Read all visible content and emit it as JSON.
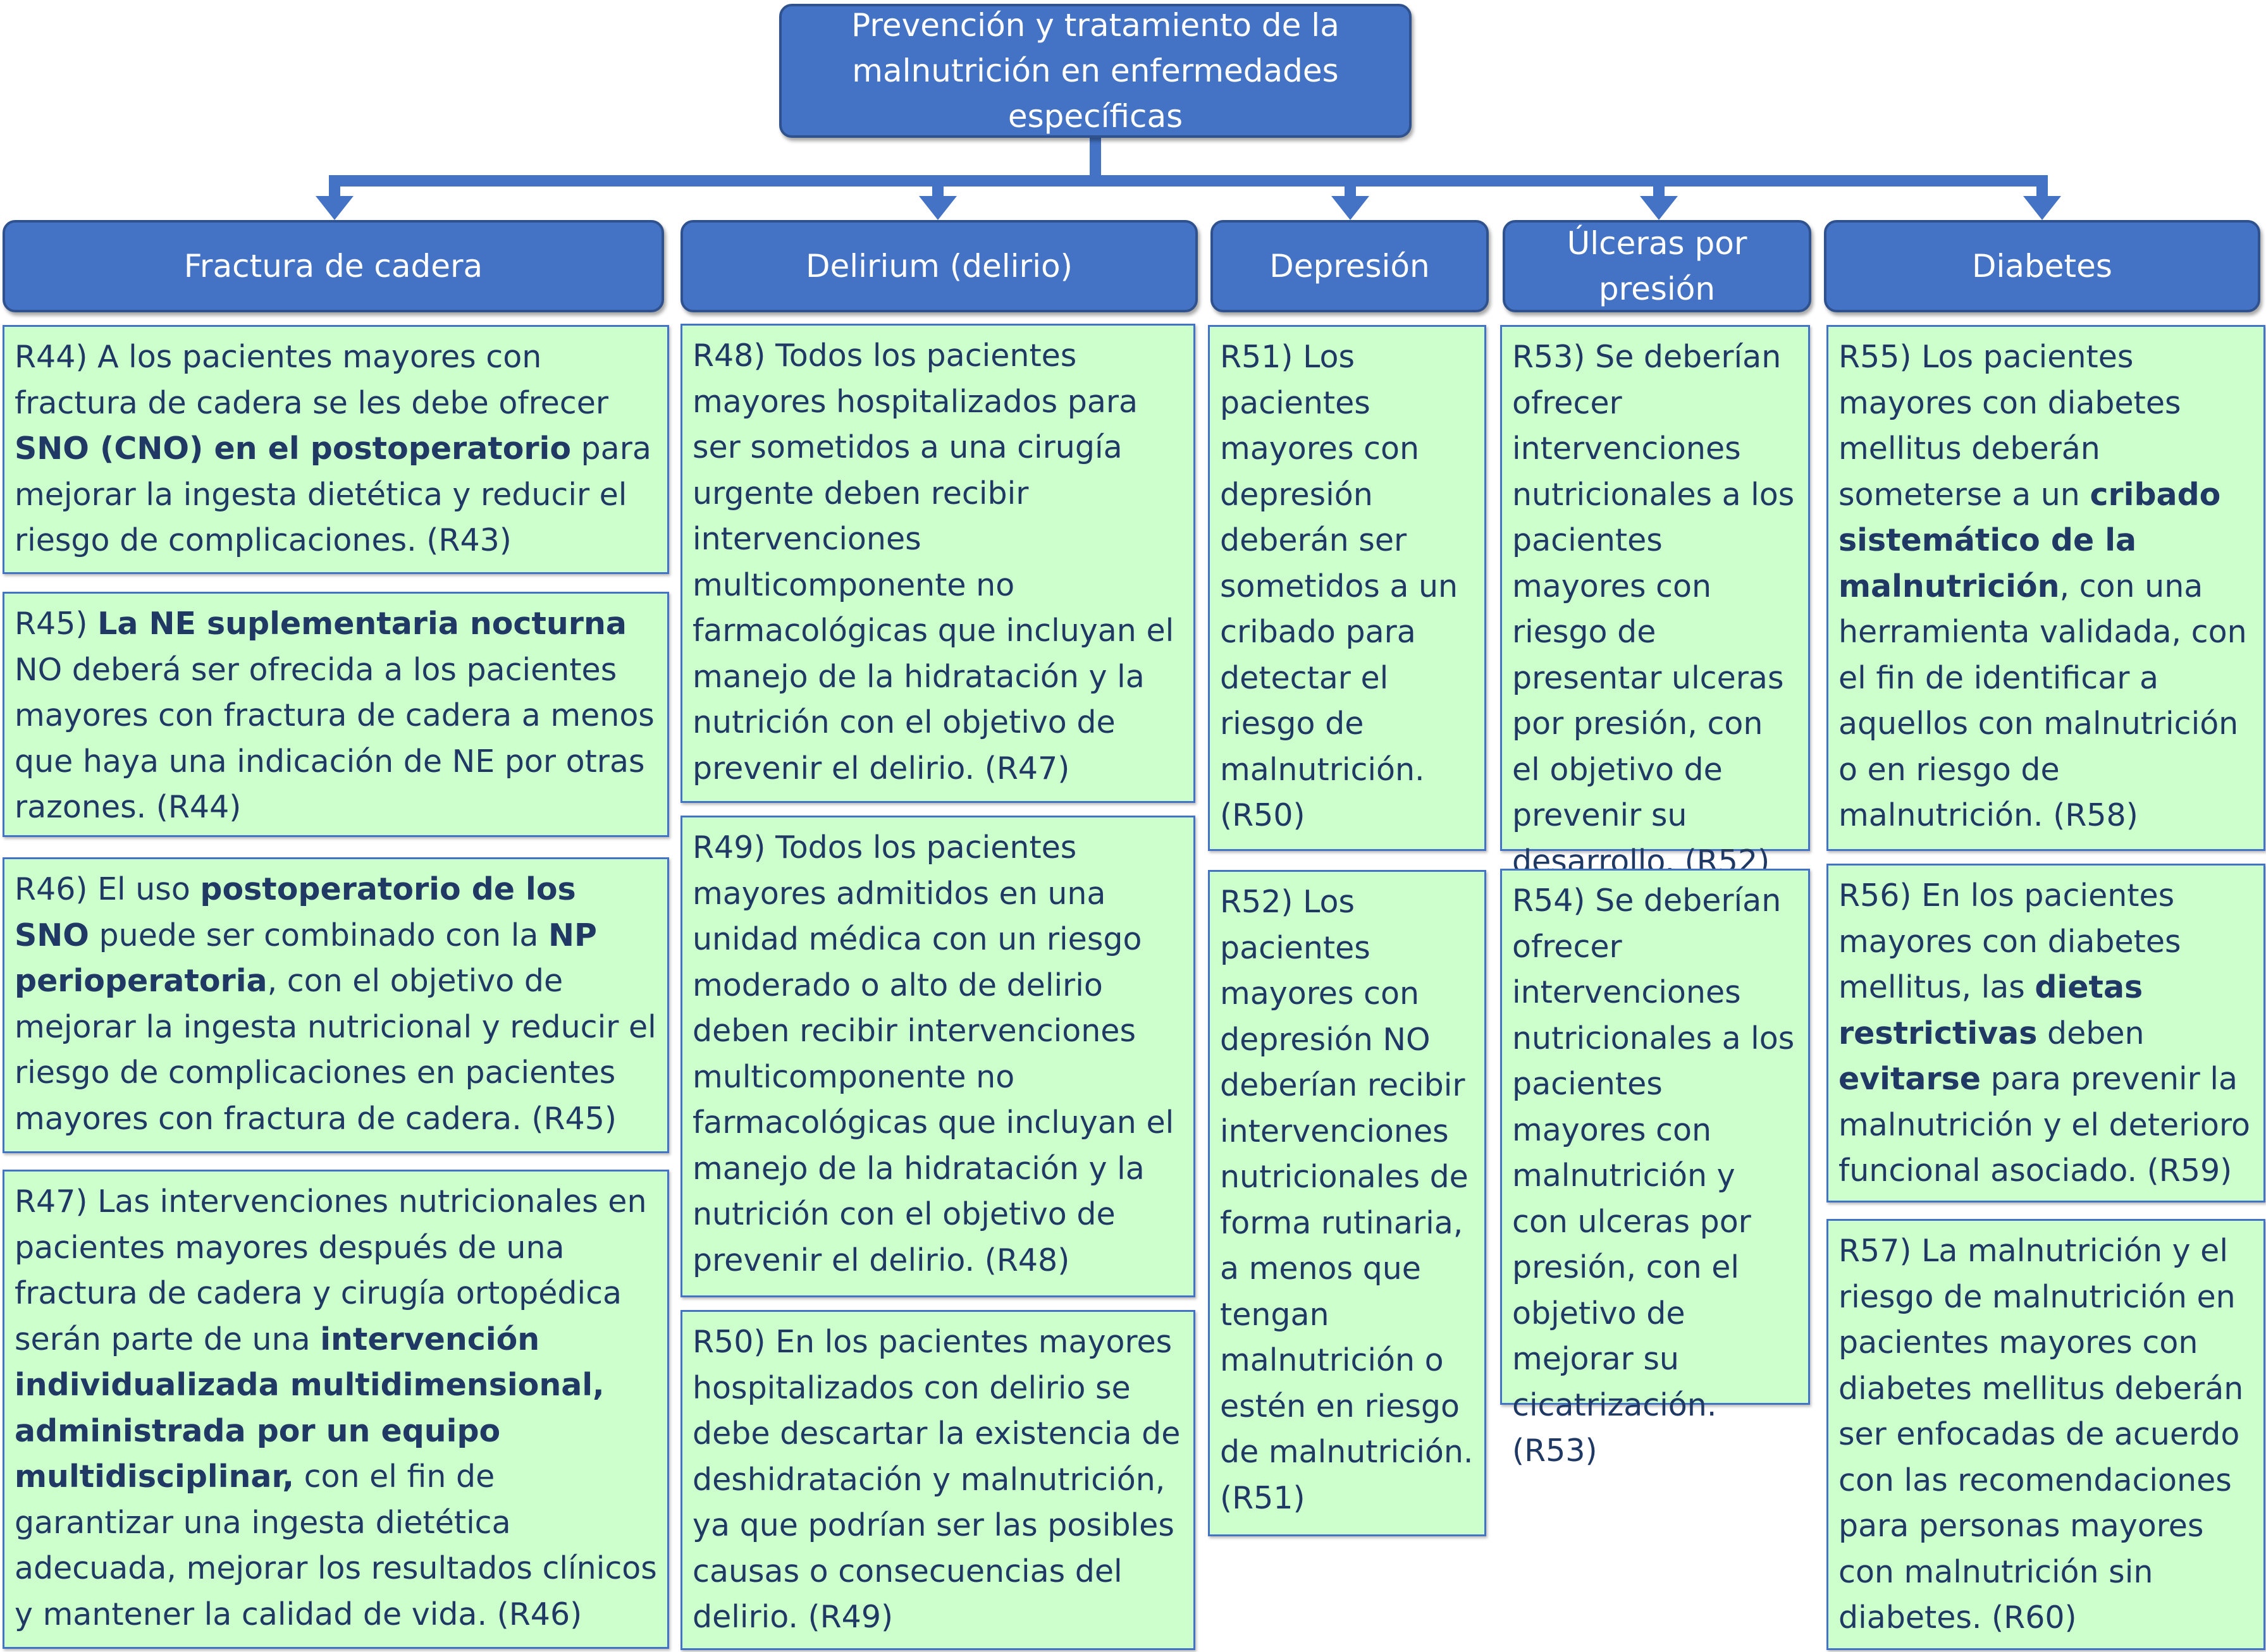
{
  "title": "Prevención y tratamiento de la malnutrición en enfermedades específicas",
  "colors": {
    "header_fill": "#4472c4",
    "header_border": "#2f528f",
    "card_fill": "#ccffcc",
    "card_text": "#1f3864",
    "connector": "#4472c4"
  },
  "columns": [
    {
      "id": "hip",
      "header": "Fractura de cadera",
      "cards": [
        {
          "id": "R44",
          "parts": [
            [
              "R44) A los pacientes mayores con fractura de cadera se les debe ofrecer ",
              false
            ],
            [
              "SNO (CNO) en el postoperatorio",
              true
            ],
            [
              " para mejorar la ingesta dietética y reducir el riesgo de complicaciones. (R43)",
              false
            ]
          ]
        },
        {
          "id": "R45",
          "parts": [
            [
              "R45) ",
              false
            ],
            [
              "La NE suplementaria nocturna",
              true
            ],
            [
              " NO deberá ser ofrecida a los pacientes mayores con fractura de cadera a menos que haya una indicación de NE por otras razones. (R44)",
              false
            ]
          ]
        },
        {
          "id": "R46",
          "parts": [
            [
              "R46) El uso ",
              false
            ],
            [
              "postoperatorio de los SNO",
              true
            ],
            [
              " puede ser combinado con la ",
              false
            ],
            [
              "NP perioperatoria",
              true
            ],
            [
              ", con el objetivo de mejorar la ingesta nutricional y reducir el riesgo de complicaciones en pacientes mayores con fractura de cadera. (R45)",
              false
            ]
          ]
        },
        {
          "id": "R47",
          "parts": [
            [
              "R47) Las intervenciones nutricionales en pacientes mayores después de una fractura de cadera y cirugía ortopédica serán parte de una ",
              false
            ],
            [
              "intervención individualizada multidimensional, administrada por un equipo multidisciplinar,",
              true
            ],
            [
              " con el fin de garantizar una ingesta dietética adecuada, mejorar los resultados clínicos y mantener la calidad de vida. (R46)",
              false
            ]
          ]
        }
      ]
    },
    {
      "id": "delirium",
      "header": "Delirium (delirio)",
      "cards": [
        {
          "id": "R48",
          "parts": [
            [
              "R48) Todos los pacientes mayores hospitalizados para ser sometidos a una cirugía urgente deben recibir intervenciones multicomponente no farmacológicas que incluyan el manejo de la hidratación y la nutrición con el objetivo de prevenir el delirio. (R47)",
              false
            ]
          ]
        },
        {
          "id": "R49",
          "parts": [
            [
              "R49) Todos los pacientes mayores admitidos en una unidad médica con un riesgo moderado o alto de delirio deben recibir intervenciones multicomponente no farmacológicas que incluyan el manejo de la hidratación y la nutrición con el objetivo de prevenir el delirio. (R48)",
              false
            ]
          ]
        },
        {
          "id": "R50",
          "parts": [
            [
              "R50) En los pacientes mayores hospitalizados con delirio se debe descartar la existencia de deshidratación y malnutrición, ya que podrían ser las posibles causas o consecuencias del delirio. (R49)",
              false
            ]
          ]
        }
      ]
    },
    {
      "id": "depression",
      "header": "Depresión",
      "cards": [
        {
          "id": "R51",
          "parts": [
            [
              "R51) Los pacientes mayores con depresión deberán ser sometidos a un cribado para detectar el riesgo de malnutrición. (R50)",
              false
            ]
          ]
        },
        {
          "id": "R52",
          "parts": [
            [
              "R52) Los pacientes mayores con depresión NO deberían recibir intervenciones nutricionales de forma rutinaria, a menos que tengan malnutrición o estén en riesgo de malnutrición. (R51)",
              false
            ]
          ]
        }
      ]
    },
    {
      "id": "ulcers",
      "header": "Úlceras por presión",
      "cards": [
        {
          "id": "R53",
          "parts": [
            [
              "R53) Se deberían ofrecer intervenciones nutricionales a los pacientes mayores con riesgo de presentar ulceras por presión, con el objetivo de prevenir su desarrollo. (R52)",
              false
            ]
          ]
        },
        {
          "id": "R54",
          "parts": [
            [
              "R54) Se deberían ofrecer intervenciones nutricionales a los pacientes mayores con malnutrición y con ulceras por presión, con el objetivo de mejorar su cicatrización. (R53)",
              false
            ]
          ]
        }
      ]
    },
    {
      "id": "diabetes",
      "header": "Diabetes",
      "cards": [
        {
          "id": "R55",
          "parts": [
            [
              "R55) Los pacientes mayores con diabetes mellitus deberán someterse a un ",
              false
            ],
            [
              "cribado sistemático de la malnutrición",
              true
            ],
            [
              ", con una herramienta validada, con el fin de identificar a aquellos con malnutrición o en riesgo de malnutrición. (R58)",
              false
            ]
          ]
        },
        {
          "id": "R56",
          "parts": [
            [
              "R56) En los pacientes mayores con diabetes mellitus, las ",
              false
            ],
            [
              "dietas restrictivas",
              true
            ],
            [
              " deben ",
              false
            ],
            [
              "evitarse",
              true
            ],
            [
              " para prevenir la malnutrición y el deterioro funcional asociado. (R59)",
              false
            ]
          ]
        },
        {
          "id": "R57",
          "parts": [
            [
              "R57) La malnutrición y el riesgo de malnutrición en pacientes mayores con diabetes mellitus deberán ser enfocadas de acuerdo con las recomendaciones para personas mayores con malnutrición sin diabetes. (R60)",
              false
            ]
          ]
        }
      ]
    }
  ]
}
